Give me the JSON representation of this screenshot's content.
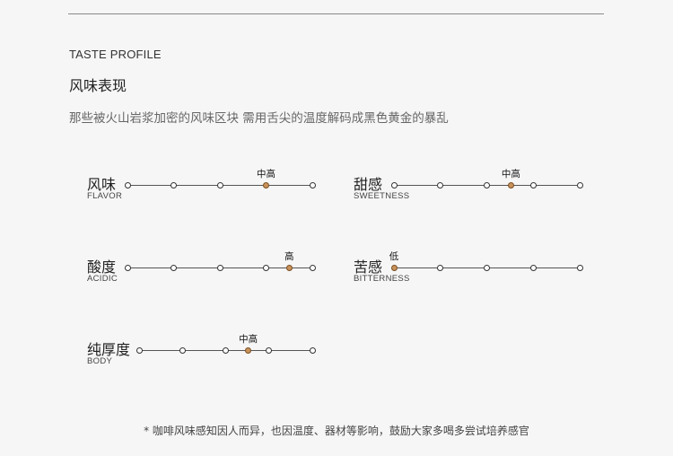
{
  "header": {
    "eyebrow": "TASTE PROFILE",
    "title": "风味表现",
    "subtitle": "那些被火山岩浆加密的风味区块 需用舌尖的温度解码成黑色黄金的暴乱"
  },
  "metrics": [
    {
      "label_cn": "风味",
      "label_en": "FLAVOR",
      "level_label": "中高",
      "stops": [
        0,
        0.25,
        0.5,
        0.75,
        1
      ],
      "value": 0.75
    },
    {
      "label_cn": "甜感",
      "label_en": "SWEETNESS",
      "level_label": "中高",
      "stops": [
        0,
        0.25,
        0.5,
        0.75,
        1
      ],
      "value": 0.63
    },
    {
      "label_cn": "酸度",
      "label_en": "ACIDIC",
      "level_label": "高",
      "stops": [
        0,
        0.25,
        0.5,
        0.75,
        1
      ],
      "value": 0.875
    },
    {
      "label_cn": "苦感",
      "label_en": "BITTERNESS",
      "level_label": "低",
      "stops": [
        0,
        0.25,
        0.5,
        0.75,
        1
      ],
      "value": 0
    },
    {
      "label_cn": "纯厚度",
      "label_en": "BODY",
      "level_label": "中高",
      "stops": [
        0,
        0.25,
        0.5,
        0.75,
        1
      ],
      "value": 0.63
    }
  ],
  "footnote": "* 咖啡风味感知因人而异，也因温度、器材等影响，鼓励大家多喝多尝试培养感官",
  "colors": {
    "active_dot": "#c8925a",
    "line": "#555555",
    "background": "#f6f6f6"
  }
}
